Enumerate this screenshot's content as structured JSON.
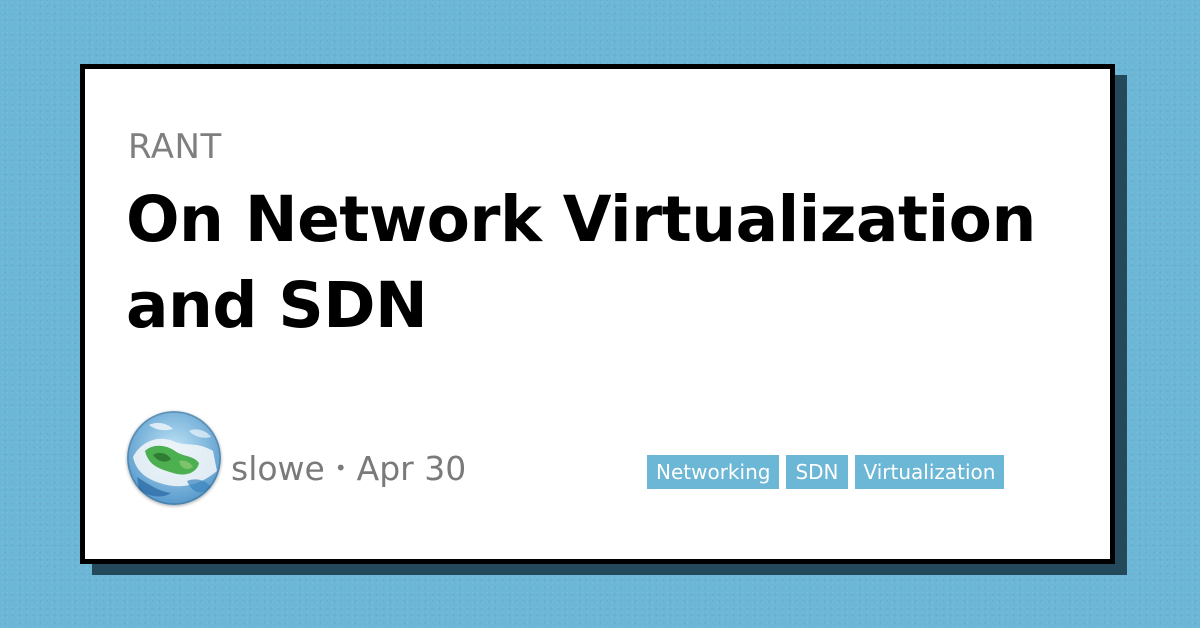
{
  "colors": {
    "background": "#6cb6d6",
    "card": "#ffffff",
    "card_border": "#000000",
    "card_shadow": "#24495a",
    "tag_background": "#6cb6d6",
    "tag_text": "#ffffff",
    "muted_text": "#7a7a7a"
  },
  "post": {
    "category": "RANT",
    "title": "On Network Virtualization and SDN",
    "author": "slowe",
    "separator": "•",
    "date": "Apr 30",
    "avatar_icon": "globe-avatar-icon"
  },
  "tags": [
    "Networking",
    "SDN",
    "Virtualization"
  ]
}
